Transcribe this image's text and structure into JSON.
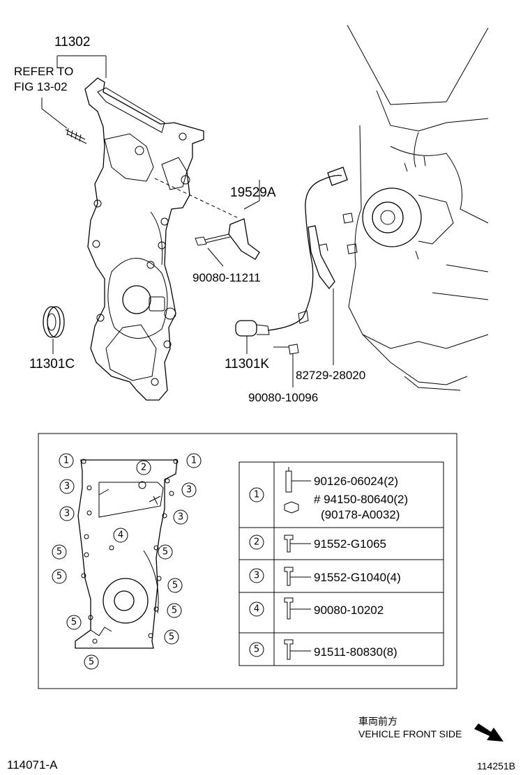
{
  "labels": {
    "p11302": "11302",
    "refer_line1": "REFER TO",
    "refer_line2": "FIG 13-02",
    "p19529A": "19529A",
    "p90080_11211": "90080-11211",
    "p11301C": "11301C",
    "p11301K": "11301K",
    "p82729": "82729-28020",
    "p90080_10096": "90080-10096"
  },
  "bolt_table": {
    "rows": [
      {
        "key": "1",
        "parts": [
          "90126-06024(2)",
          "# 94150-80640(2)",
          "(90178-A0032)"
        ]
      },
      {
        "key": "2",
        "parts": [
          "91552-G1065"
        ]
      },
      {
        "key": "3",
        "parts": [
          "91552-G1040(4)"
        ]
      },
      {
        "key": "4",
        "parts": [
          "90080-10202"
        ]
      },
      {
        "key": "5",
        "parts": [
          "91511-80830(8)"
        ]
      }
    ]
  },
  "inset_callouts": [
    "1",
    "1",
    "2",
    "3",
    "3",
    "3",
    "3",
    "4",
    "5",
    "5",
    "5",
    "5",
    "5",
    "5",
    "5",
    "5"
  ],
  "direction": {
    "jp": "車両前方",
    "en": "VEHICLE FRONT SIDE"
  },
  "footer": {
    "left_code": "114071-A",
    "right_code": "114251B"
  }
}
